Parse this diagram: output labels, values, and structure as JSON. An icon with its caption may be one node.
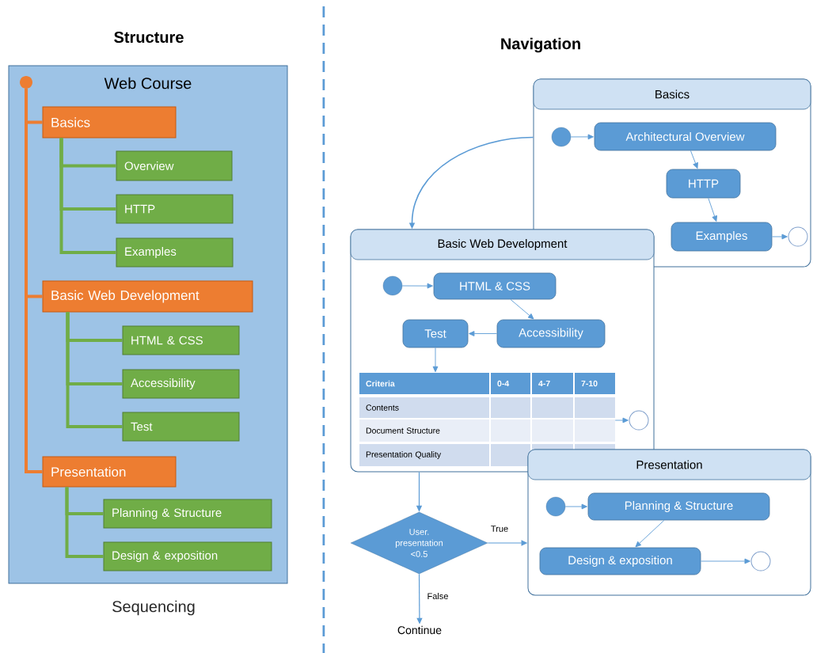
{
  "diagram": {
    "nodes": [
      {
        "text": [
          "Web Course"
        ]
      },
      {
        "text": [],
        "shape": "circle",
        "in": 0
      },
      {
        "text": [
          "Basics"
        ],
        "in": 0
      },
      {
        "text": [
          "Overview"
        ],
        "in": 0
      },
      {
        "text": [
          "HTTP"
        ],
        "in": 0
      },
      {
        "text": [
          "Examples"
        ],
        "in": 0
      },
      {
        "text": [
          "Basic Web Development"
        ],
        "in": 0
      },
      {
        "text": [
          "HTML & CSS"
        ],
        "in": 0
      },
      {
        "text": [
          "Accessibility"
        ],
        "in": 0
      },
      {
        "text": [
          "Test"
        ],
        "in": 0
      },
      {
        "text": [
          "Presentation"
        ],
        "in": 0
      },
      {
        "text": [
          "Planning & Structure"
        ],
        "in": 0
      },
      {
        "text": [
          "Design & exposition"
        ],
        "in": 0
      },
      {
        "text": [
          "Basics"
        ]
      },
      {
        "text": [],
        "shape": "circle",
        "in": 13
      },
      {
        "text": [
          "Architectural Overview"
        ],
        "in": 13
      },
      {
        "text": [
          "HTTP"
        ],
        "in": 13
      },
      {
        "text": [
          "Examples"
        ],
        "in": 13
      },
      {
        "text": [],
        "shape": "circle",
        "in": 13
      },
      {
        "text": [
          "Basic Web Development"
        ]
      },
      {
        "text": [],
        "shape": "circle",
        "in": 19
      },
      {
        "text": [
          "HTML & CSS"
        ],
        "in": 19
      },
      {
        "text": [
          "Accessibility"
        ],
        "in": 19
      },
      {
        "text": [
          "Test"
        ],
        "in": 19
      },
      {
        "text": [],
        "shape": "circle",
        "in": 19
      },
      {
        "text": [
          "Criteria",
          "0-4",
          "4-7",
          "7-10",
          "Contents",
          "Document Structure",
          "Presentation Quality"
        ],
        "in": 19
      },
      {
        "text": [
          "Presentation"
        ]
      },
      {
        "text": [],
        "shape": "circle",
        "in": 26
      },
      {
        "text": [
          "Planning & Structure"
        ],
        "in": 26
      },
      {
        "text": [
          "Design & exposition"
        ],
        "in": 26
      },
      {
        "text": [],
        "shape": "circle",
        "in": 26
      },
      {
        "text": [
          "User. presentation <0.5"
        ]
      },
      {
        "text": [
          "Continue"
        ]
      }
    ],
    "edges": [
      {
        "from": 1,
        "to": 2,
        "arrow": "none",
        "style": "thick",
        "color": "#ed7d31"
      },
      {
        "from": 1,
        "to": 6,
        "arrow": "none",
        "style": "thick",
        "color": "#ed7d31"
      },
      {
        "from": 1,
        "to": 10,
        "arrow": "none",
        "style": "thick",
        "color": "#ed7d31"
      },
      {
        "from": 2,
        "to": 3,
        "arrow": "none",
        "style": "thick",
        "color": "#70ad47"
      },
      {
        "from": 2,
        "to": 4,
        "arrow": "none",
        "style": "thick",
        "color": "#70ad47"
      },
      {
        "from": 2,
        "to": 5,
        "arrow": "none",
        "style": "thick",
        "color": "#70ad47"
      },
      {
        "from": 6,
        "to": 7,
        "arrow": "none",
        "style": "thick",
        "color": "#70ad47"
      },
      {
        "from": 6,
        "to": 8,
        "arrow": "none",
        "style": "thick",
        "color": "#70ad47"
      },
      {
        "from": 6,
        "to": 9,
        "arrow": "none",
        "style": "thick",
        "color": "#70ad47"
      },
      {
        "from": 10,
        "to": 11,
        "arrow": "none",
        "style": "thick",
        "color": "#70ad47"
      },
      {
        "from": 10,
        "to": 12,
        "arrow": "none",
        "style": "thick",
        "color": "#70ad47"
      },
      {
        "from": 13,
        "to": 19,
        "arrow": "to"
      },
      {
        "from": 14,
        "to": 15,
        "arrow": "to"
      },
      {
        "from": 15,
        "to": 16,
        "arrow": "to"
      },
      {
        "from": 16,
        "to": 17,
        "arrow": "to"
      },
      {
        "from": 17,
        "to": 18,
        "arrow": "to"
      },
      {
        "from": 20,
        "to": 21,
        "arrow": "to"
      },
      {
        "from": 21,
        "to": 22,
        "arrow": "to"
      },
      {
        "from": 22,
        "to": 23,
        "arrow": "to"
      },
      {
        "from": 23,
        "to": 25,
        "arrow": "to"
      },
      {
        "from": 25,
        "to": 24,
        "arrow": "to"
      },
      {
        "from": 19,
        "to": 31,
        "arrow": "to"
      },
      {
        "from": 31,
        "to": 26,
        "arrow": "to",
        "label": "True"
      },
      {
        "from": 31,
        "to": 32,
        "arrow": "to",
        "label": "False"
      },
      {
        "from": 27,
        "to": 28,
        "arrow": "to"
      },
      {
        "from": 28,
        "to": 29,
        "arrow": "to"
      },
      {
        "from": 29,
        "to": 30,
        "arrow": "to"
      }
    ],
    "labels": [
      "Structure",
      "Navigation",
      "Sequencing"
    ]
  }
}
